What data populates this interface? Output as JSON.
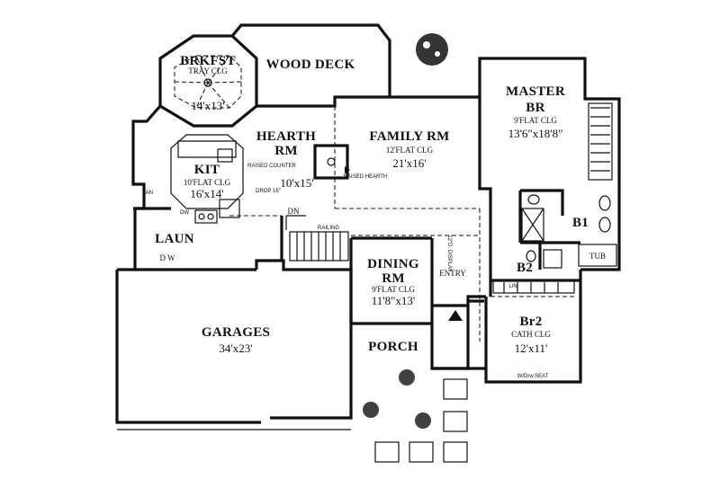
{
  "rooms": {
    "breakfast": {
      "name": "BRKFST",
      "ceiling": "TRAY CLG",
      "size": "14'x13'"
    },
    "deck": {
      "name": "WOOD DECK"
    },
    "hearth": {
      "name_line1": "HEARTH",
      "name_line2": "RM",
      "size": "10'x15'"
    },
    "family": {
      "name": "FAMILY RM",
      "ceiling": "12'FLAT CLG",
      "size": "21'x16'"
    },
    "master": {
      "name_line1": "MASTER",
      "name_line2": "BR",
      "ceiling": "9'FLAT CLG",
      "size": "13'6\"x18'8\""
    },
    "kitchen": {
      "name": "KIT",
      "ceiling": "10'FLAT CLG",
      "size": "16'x14'"
    },
    "laundry": {
      "name": "LAUN"
    },
    "dining": {
      "name_line1": "DINING",
      "name_line2": "RM",
      "ceiling": "9'FLAT CLG",
      "size": "11'8\"x13'"
    },
    "entry": {
      "name": "ENTRY"
    },
    "garages": {
      "name": "GARAGES",
      "size": "34'x23'"
    },
    "porch": {
      "name": "PORCH"
    },
    "bedroom2": {
      "name": "Br2",
      "ceiling": "CATH CLG",
      "size": "12'x11'"
    },
    "bath1": {
      "name": "B1"
    },
    "bath2": {
      "name": "B2"
    }
  },
  "fixtures": {
    "pantry": "PAN",
    "raised_counter": "RAISED COUNTER",
    "drop": "DROP 16\"",
    "raised_hearth": "RAISED HEARTH",
    "down": "DN",
    "railing": "RAILING",
    "tub": "TUB",
    "linen": "LIN",
    "dishwasher": "DW",
    "washer_dryer": "D  W",
    "window_seat": "W/Drw.SEAT",
    "display_shelf": "12\"D. DISPLAY"
  }
}
